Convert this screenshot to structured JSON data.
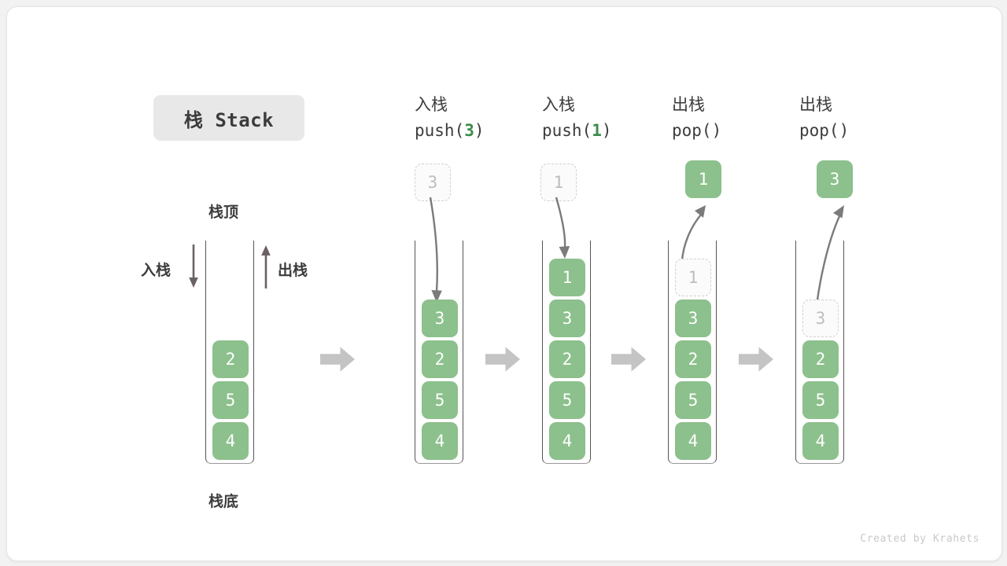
{
  "title_chip": {
    "label": "栈 Stack"
  },
  "credit": "Created by Krahets",
  "colors": {
    "cell_fill": "#8cc08c",
    "cell_text": "#ffffff",
    "ghost_border": "#d0d0d0",
    "ghost_text": "#bdbdbd",
    "accent_green": "#3c8c4b",
    "flow_arrow": "#c4c4c4",
    "wall": "#555555",
    "text": "#3c3c3c",
    "chip_bg": "#e8e8e8",
    "card_bg": "#ffffff",
    "page_bg": "#f2f2f2"
  },
  "annotations": {
    "top_label": "栈顶",
    "bottom_label": "栈底",
    "push_label": "入栈",
    "pop_label": "出栈"
  },
  "steps": [
    {
      "id": "initial",
      "head_cn": "",
      "head_code": "",
      "head_code_pre": "",
      "head_arg": "",
      "head_code_post": "",
      "cells": [
        "4",
        "5",
        "2"
      ],
      "ghost_index": -1,
      "incoming": null,
      "popped": null
    },
    {
      "id": "push-3",
      "head_cn": "入栈",
      "head_code_pre": "push(",
      "head_arg": "3",
      "head_code_post": ")",
      "cells": [
        "4",
        "5",
        "2",
        "3"
      ],
      "ghost_index": -1,
      "incoming": "3",
      "popped": null
    },
    {
      "id": "push-1",
      "head_cn": "入栈",
      "head_code_pre": "push(",
      "head_arg": "1",
      "head_code_post": ")",
      "cells": [
        "4",
        "5",
        "2",
        "3",
        "1"
      ],
      "ghost_index": -1,
      "incoming": "1",
      "popped": null
    },
    {
      "id": "pop-1",
      "head_cn": "出栈",
      "head_code_pre": "pop(",
      "head_arg": "",
      "head_code_post": ")",
      "cells": [
        "4",
        "5",
        "2",
        "3",
        "1"
      ],
      "ghost_index": 4,
      "incoming": null,
      "popped": "1"
    },
    {
      "id": "pop-3",
      "head_cn": "出栈",
      "head_code_pre": "pop(",
      "head_arg": "",
      "head_code_post": ")",
      "cells": [
        "4",
        "5",
        "2",
        "3"
      ],
      "ghost_index": 3,
      "incoming": null,
      "popped": "3"
    }
  ]
}
